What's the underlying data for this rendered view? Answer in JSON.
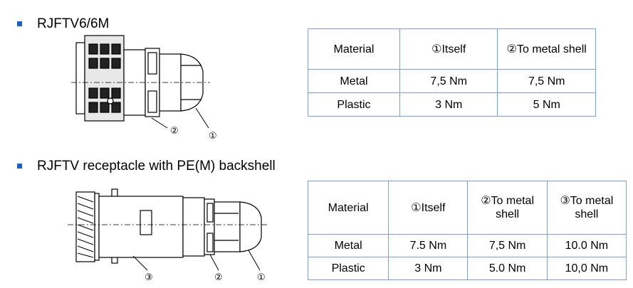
{
  "sections": [
    {
      "heading": "RJFTV6/6M",
      "table": {
        "header": [
          "Material",
          "①Itself",
          "②To metal shell"
        ],
        "rows": [
          [
            "Metal",
            "7,5 Nm",
            "7,5 Nm"
          ],
          [
            "Plastic",
            "3 Nm",
            "5 Nm"
          ]
        ]
      },
      "callouts": [
        "②",
        "①"
      ]
    },
    {
      "heading": "RJFTV receptacle with PE(M) backshell",
      "table": {
        "header": [
          "Material",
          "①Itself",
          "②To metal shell",
          "③To metal shell"
        ],
        "rows": [
          [
            "Metal",
            "7.5 Nm",
            "7,5 Nm",
            "10.0 Nm"
          ],
          [
            "Plastic",
            "3 Nm",
            "5.0 Nm",
            "10,0 Nm"
          ]
        ]
      },
      "callouts": [
        "③",
        "②",
        "①"
      ]
    }
  ],
  "colors": {
    "bullet": "#1f5fbf",
    "table_border": "#7f9fc6"
  }
}
